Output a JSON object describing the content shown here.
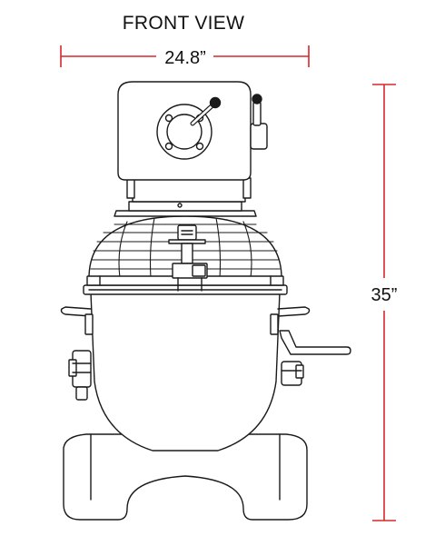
{
  "title": "FRONT VIEW",
  "dimensions": {
    "width": "24.8”",
    "height": "35”"
  },
  "colors": {
    "dimension_line": "#d9262b",
    "outline": "#1a1a1a"
  }
}
